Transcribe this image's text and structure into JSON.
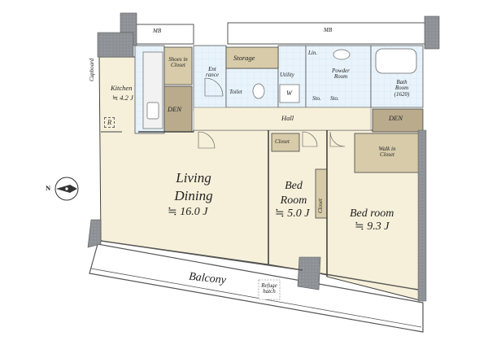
{
  "plan": {
    "mb_left": "MB",
    "mb_right": "MB",
    "kitchen": "Kitchen",
    "kitchen_area": "≒ 4.2 J",
    "cupboard": "Cupboard",
    "fridge": "R",
    "den_left": "DEN",
    "shoes_closet": "Shoes in Closet",
    "entrance": "Ent rance",
    "storage": "Storage",
    "toilet": "Toilet",
    "utility": "Utility",
    "washer": "W",
    "linen": "Lin.",
    "powder_room": "Powder Room",
    "sto1": "Sto.",
    "sto2": "Sto.",
    "bath_room": "Bath Room (1620)",
    "hall": "Hall",
    "den_right": "DEN",
    "closet_top": "Closet",
    "closet_side": "Closet",
    "walk_in_closet": "Walk in Closet",
    "living_dining": "Living Dining",
    "living_area": "≒ 16.0 J",
    "bed_room_small": "Bed Room",
    "bed_room_small_area": "≒ 5.0 J",
    "bed_room_large": "Bed room",
    "bed_room_large_area": "≒ 9.3 J",
    "balcony": "Balcony",
    "refuge_hatch": "Refuge hatch",
    "compass_n": "N",
    "colors": {
      "wall": "#8a8d90",
      "wall_dark": "#6e7175",
      "floor_wood": "#f5efd9",
      "floor_tile": "#e6f2fb",
      "den": "#b8aa8b",
      "closet": "#d6c9a8",
      "balcony": "#ffffff",
      "line": "#333333"
    }
  }
}
